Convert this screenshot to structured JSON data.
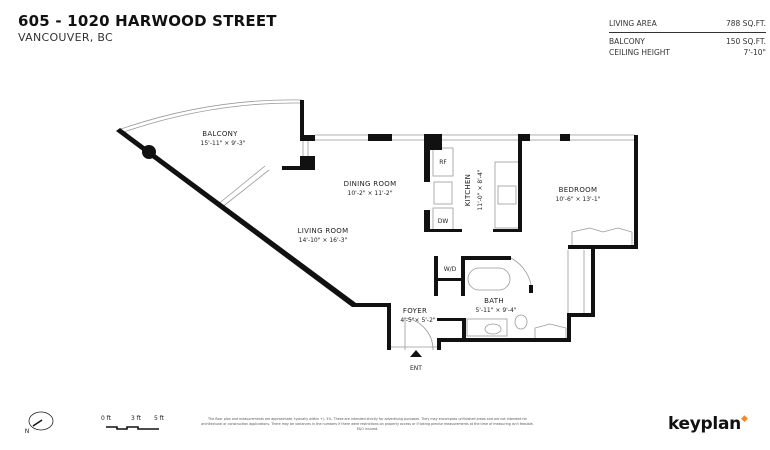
{
  "header": {
    "title": "605 - 1020 HARWOOD STREET",
    "subtitle": "VANCOUVER, BC"
  },
  "stats": [
    {
      "label": "LIVING AREA",
      "value": "788 SQ.FT."
    },
    {
      "label": "BALCONY",
      "value": "150 SQ.FT."
    },
    {
      "label": "CEILING HEIGHT",
      "value": "7'-10\""
    }
  ],
  "rooms": {
    "balcony": {
      "name": "BALCONY",
      "dims": "15'-11\"  ×  9'-3\""
    },
    "dining": {
      "name": "DINING ROOM",
      "dims": "10'-2\"  ×  11'-2\""
    },
    "living": {
      "name": "LIVING ROOM",
      "dims": "14'-10\"  ×  16'-3\""
    },
    "kitchen": {
      "name": "KITCHEN",
      "dims": "11'-0\"  ×  8'-4\""
    },
    "bedroom": {
      "name": "BEDROOM",
      "dims": "10'-6\"  ×  13'-1\""
    },
    "bath": {
      "name": "BATH",
      "dims": "5'-11\"  ×  9'-4\""
    },
    "foyer": {
      "name": "FOYER",
      "dims": "4'-5\"× 5'-2\""
    }
  },
  "fixtures": {
    "fridge": "RF",
    "dishwasher": "DW",
    "washer_dryer": "W/D",
    "entrance": "ENT"
  },
  "compass": {
    "north": "N"
  },
  "scale": {
    "labels": [
      "0 ft",
      "3 ft",
      "5 ft"
    ]
  },
  "disclaimer": "The floor plan and measurements are approximate, typically within +/- 3%. These are intended strictly for advertising purposes. They may encompass unfinished areas and are not intended for architectural or construction applications. There may be variances in the numbers if there were restrictions on property access or if taking precise measurements at the time of measuring isn't feasible. E&O insured.",
  "brand": {
    "name": "keyplan",
    "accent": "#f08a24"
  }
}
